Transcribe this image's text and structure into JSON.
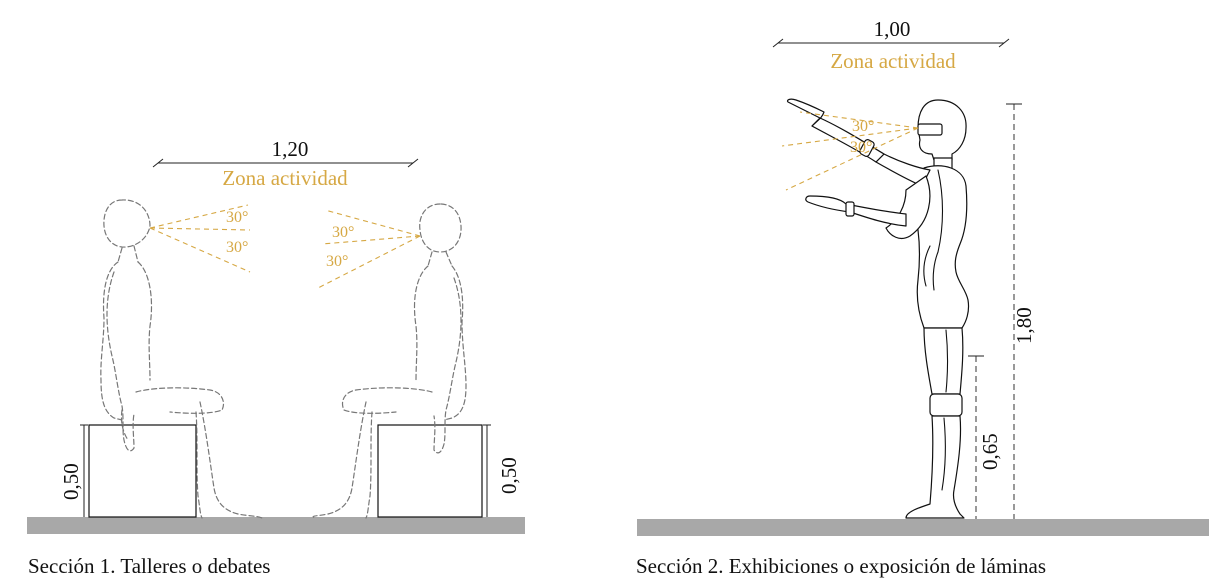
{
  "colors": {
    "accent": "#D6A844",
    "floor": "#A8A8A8",
    "line": "#111111",
    "ghost": "#777777"
  },
  "section1": {
    "caption": "Sección 1. Talleres o debates",
    "width_label": "1,20",
    "zone_label": "Zona actividad",
    "left_angles": [
      "30°",
      "30°"
    ],
    "right_angles": [
      "30°",
      "30°"
    ],
    "seat_left_height": "0,50",
    "seat_right_height": "0,50"
  },
  "section2": {
    "caption": "Sección 2. Exhibiciones o exposición de láminas",
    "width_label": "1,00",
    "zone_label": "Zona actividad",
    "angles": [
      "30°",
      "30°"
    ],
    "person_height": "1,80",
    "panel_height": "0,65"
  }
}
